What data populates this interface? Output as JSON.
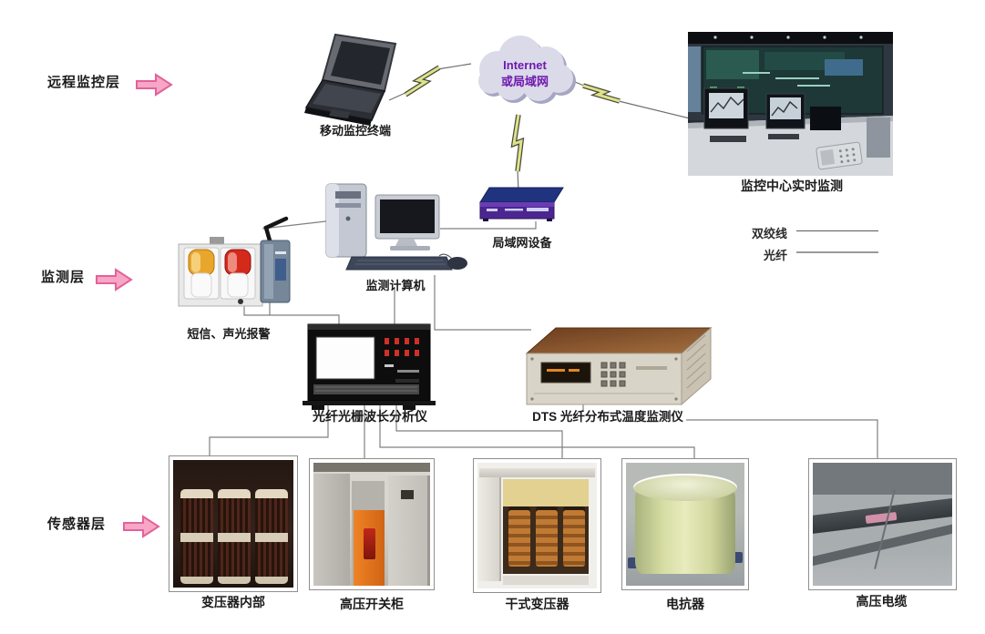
{
  "layers": [
    {
      "label": "远程监控层"
    },
    {
      "label": "监测层"
    },
    {
      "label": "传感器层"
    }
  ],
  "remote_layer": {
    "laptop_label": "移动监控终端",
    "cloud_text_line1": "Internet",
    "cloud_text_line2": "或局域网",
    "control_room_label": "监控中心实时监测"
  },
  "legend": {
    "items": [
      {
        "label": "双绞线",
        "type": "twisted-pair-thin-dark-line"
      },
      {
        "label": "光纤",
        "type": "fiber-thick-gray-line"
      }
    ]
  },
  "monitor_layer": {
    "computer_label": "监测计算机",
    "lan_device_label": "局域网设备",
    "alarm_label": "短信、声光报警",
    "fbg_analyzer_label": "光纤光栅波长分析仪",
    "dts_label": "DTS 光纤分布式温度监测仪"
  },
  "sensor_layer": {
    "items": [
      {
        "label": "变压器内部"
      },
      {
        "label": "高压开关柜"
      },
      {
        "label": "干式变压器"
      },
      {
        "label": "电抗器"
      },
      {
        "label": "高压电缆"
      }
    ]
  },
  "colors": {
    "layer_arrow_fill": "#f7a6c6",
    "layer_arrow_border": "#e2629b",
    "cloud_fill": "#dadae9",
    "cloud_shadow": "#a6a6c2",
    "cloud_text": "#7018b0",
    "lightning_fill": "#dde28c",
    "wire_line": "#808080"
  }
}
